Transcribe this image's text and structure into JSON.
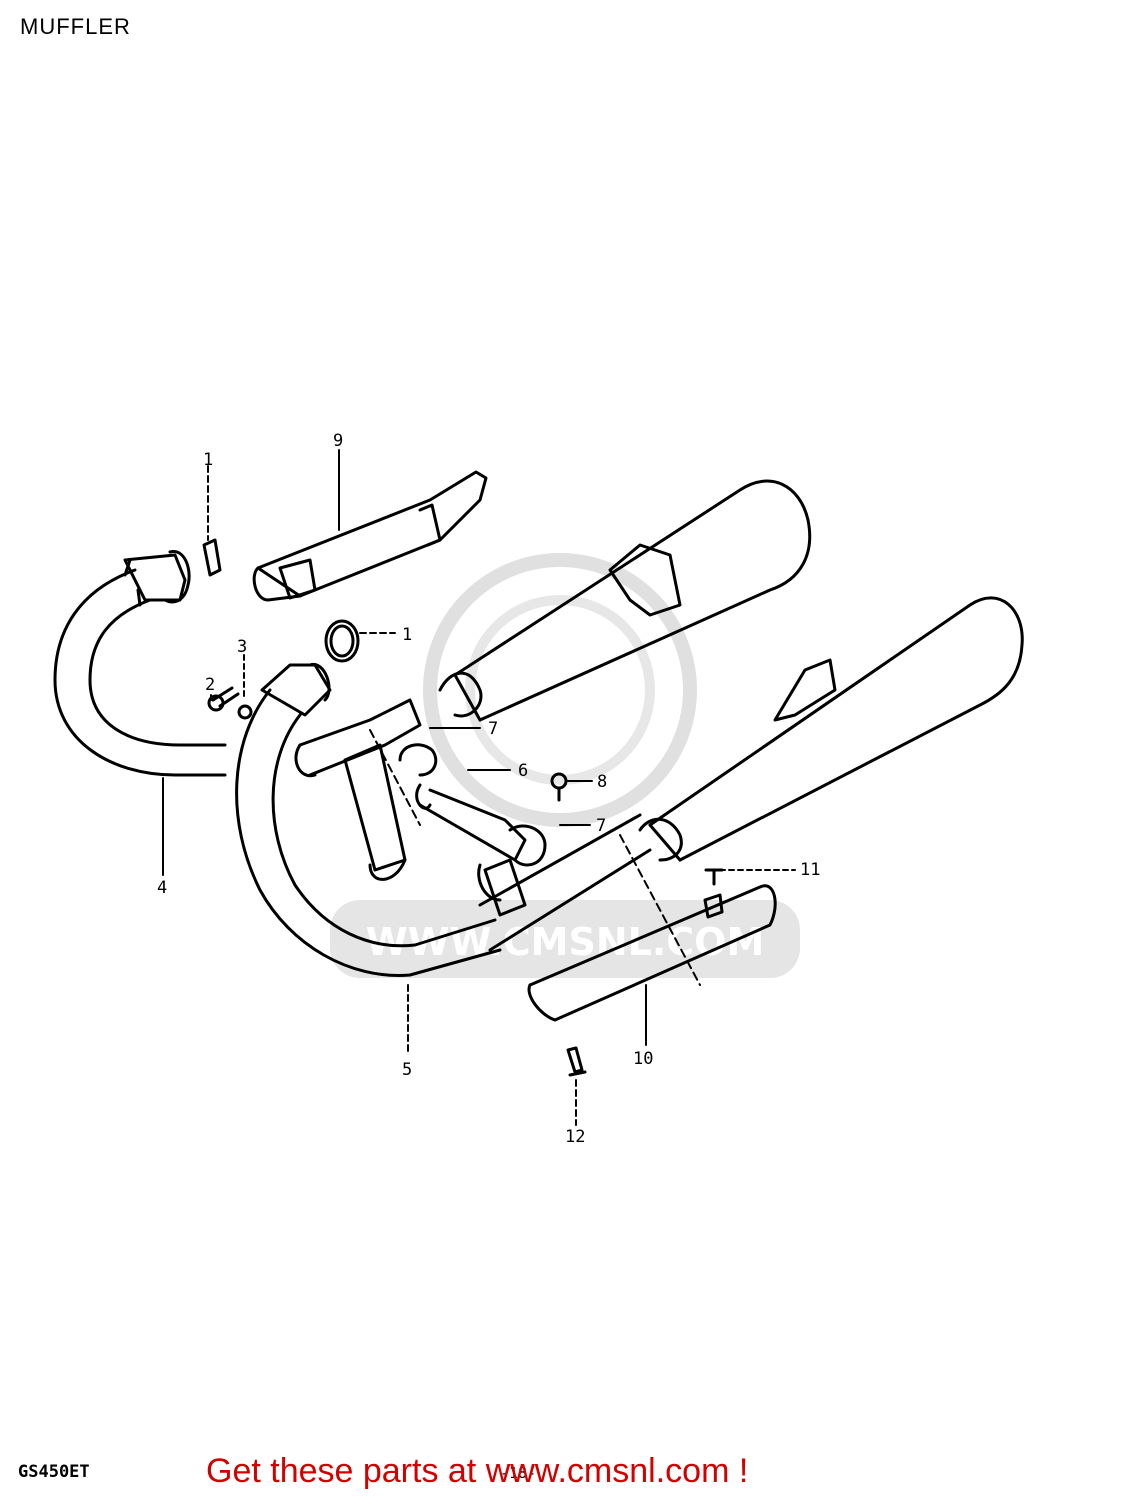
{
  "header": {
    "title": "MUFFLER"
  },
  "footer": {
    "model": "GS450ET",
    "page": "-18-",
    "banner": "Get these parts at www.cmsnl.com !"
  },
  "watermark": {
    "text": "WWW.CMSNL.COM",
    "color": "#c8c8c8"
  },
  "colors": {
    "ink": "#000000",
    "banner": "#d40000"
  },
  "callouts": {
    "gasket_top": "1",
    "gasket_right": "1",
    "bolt": "2",
    "washer": "3",
    "pipe_left": "4",
    "pipe_right": "5",
    "connector_pipe": "6",
    "clamp_upper": "7",
    "clamp_lower": "7",
    "bolt_small": "8",
    "heat_shield_top": "9",
    "heat_shield_bottom": "10",
    "screw_11": "11",
    "screw_12": "12"
  }
}
